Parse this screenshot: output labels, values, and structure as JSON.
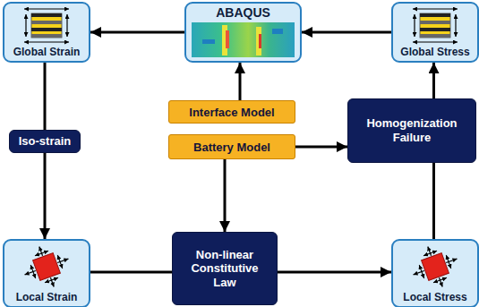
{
  "diagram": {
    "nodes": [
      {
        "text": [
          "Global Strain"
        ]
      },
      {
        "text": [
          "ABAQUS"
        ]
      },
      {
        "text": [
          "Global Stress"
        ]
      },
      {
        "text": [
          "Iso-strain"
        ]
      },
      {
        "text": [
          "Interface Model"
        ]
      },
      {
        "text": [
          "Homogenization Failure"
        ]
      },
      {
        "text": [
          "Battery Model"
        ]
      },
      {
        "text": [
          "Local Strain"
        ]
      },
      {
        "text": [
          "Non-linear Constitutive Law"
        ]
      },
      {
        "text": [
          "Local Stress"
        ]
      }
    ],
    "edges": [
      {
        "from": 1,
        "to": 0,
        "arrow": "to"
      },
      {
        "from": 2,
        "to": 1,
        "arrow": "to"
      },
      {
        "from": 4,
        "to": 1,
        "arrow": "to"
      },
      {
        "from": 0,
        "to": 3,
        "arrow": "none"
      },
      {
        "from": 3,
        "to": 7,
        "arrow": "to"
      },
      {
        "from": 6,
        "to": 5,
        "arrow": "to"
      },
      {
        "from": 6,
        "to": 8,
        "arrow": "to"
      },
      {
        "from": 7,
        "to": 8,
        "arrow": "none"
      },
      {
        "from": 8,
        "to": 9,
        "arrow": "to"
      },
      {
        "from": 9,
        "to": 5,
        "arrow": "none"
      },
      {
        "from": 5,
        "to": 2,
        "arrow": "to"
      }
    ]
  }
}
